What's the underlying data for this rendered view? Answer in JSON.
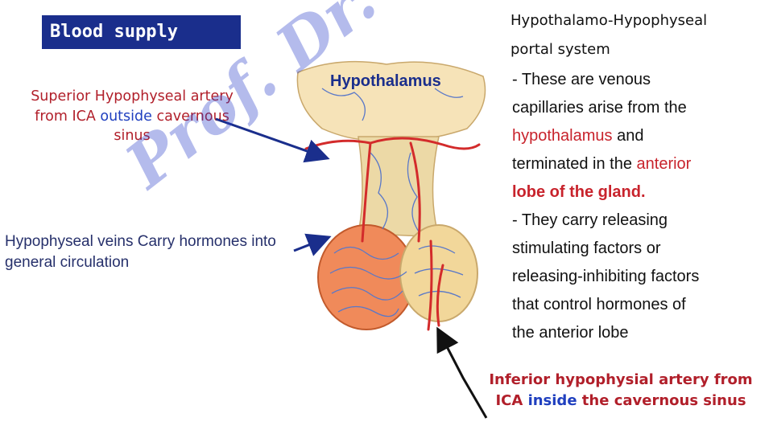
{
  "title": "Blood supply",
  "superior": {
    "part1": "Superior Hypophyseal artery from ICA ",
    "outside": "outside",
    "part2": " cavernous sinus"
  },
  "veins": "Hypophyseal veins Carry hormones into general circulation",
  "hypothalamus_label": "Hypothalamus",
  "portal": {
    "title_line1": "Hypothalamo-Hypophyseal",
    "title_line2": "portal system"
  },
  "description": {
    "line1": "- These are venous",
    "line2": "capillaries arise from the",
    "hypothalamus": "hypothalamus",
    "and": " and",
    "terminated": "terminated in the ",
    "anterior": "anterior",
    "lobe": "lobe of the gland",
    "period": ".",
    "line6": "- They carry releasing",
    "line7": "stimulating factors or",
    "line8": "releasing-inhibiting factors",
    "line9": "that control hormones of",
    "line10": "the anterior lobe"
  },
  "inferior": {
    "part1": "Inferior hypophysial artery from ICA ",
    "inside": "inside",
    "part2": " the cavernous sinus"
  },
  "watermark": "Prof. Dr. Yousef Hussein",
  "colors": {
    "title_bg": "#1a2e8c",
    "red_text": "#b11f2a",
    "blue_text": "#1f3fbf",
    "artery_red": "#d32b2b",
    "vein_blue": "#5a78c8",
    "gland_orange": "#f08a5a"
  }
}
